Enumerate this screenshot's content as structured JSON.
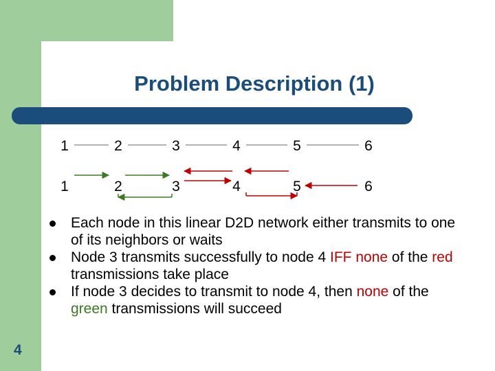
{
  "slide": {
    "title": "Problem Description (1)",
    "page_number": "4"
  },
  "diagram": {
    "row1_nodes": [
      "1",
      "2",
      "3",
      "4",
      "5",
      "6"
    ],
    "row2_nodes": [
      "1",
      "2",
      "3",
      "4",
      "5",
      "6"
    ],
    "colors": {
      "green": "#3a7a22",
      "red": "#c00000",
      "line": "#666666"
    }
  },
  "bullets": [
    {
      "parts": [
        {
          "text": "Each node in this linear D2D network either transmits to one of its neighbors or waits",
          "style": ""
        }
      ]
    },
    {
      "parts": [
        {
          "text": "Node 3 transmits successfully to node 4 ",
          "style": ""
        },
        {
          "text": "IFF none",
          "style": "red"
        },
        {
          "text": " of the ",
          "style": ""
        },
        {
          "text": "red",
          "style": "red"
        },
        {
          "text": " transmissions take place",
          "style": ""
        }
      ]
    },
    {
      "parts": [
        {
          "text": "If node 3 decides to transmit to node 4, then ",
          "style": ""
        },
        {
          "text": "none",
          "style": "red"
        },
        {
          "text": " of the ",
          "style": ""
        },
        {
          "text": "green",
          "style": "green"
        },
        {
          "text": " transmissions will succeed",
          "style": ""
        }
      ]
    }
  ]
}
